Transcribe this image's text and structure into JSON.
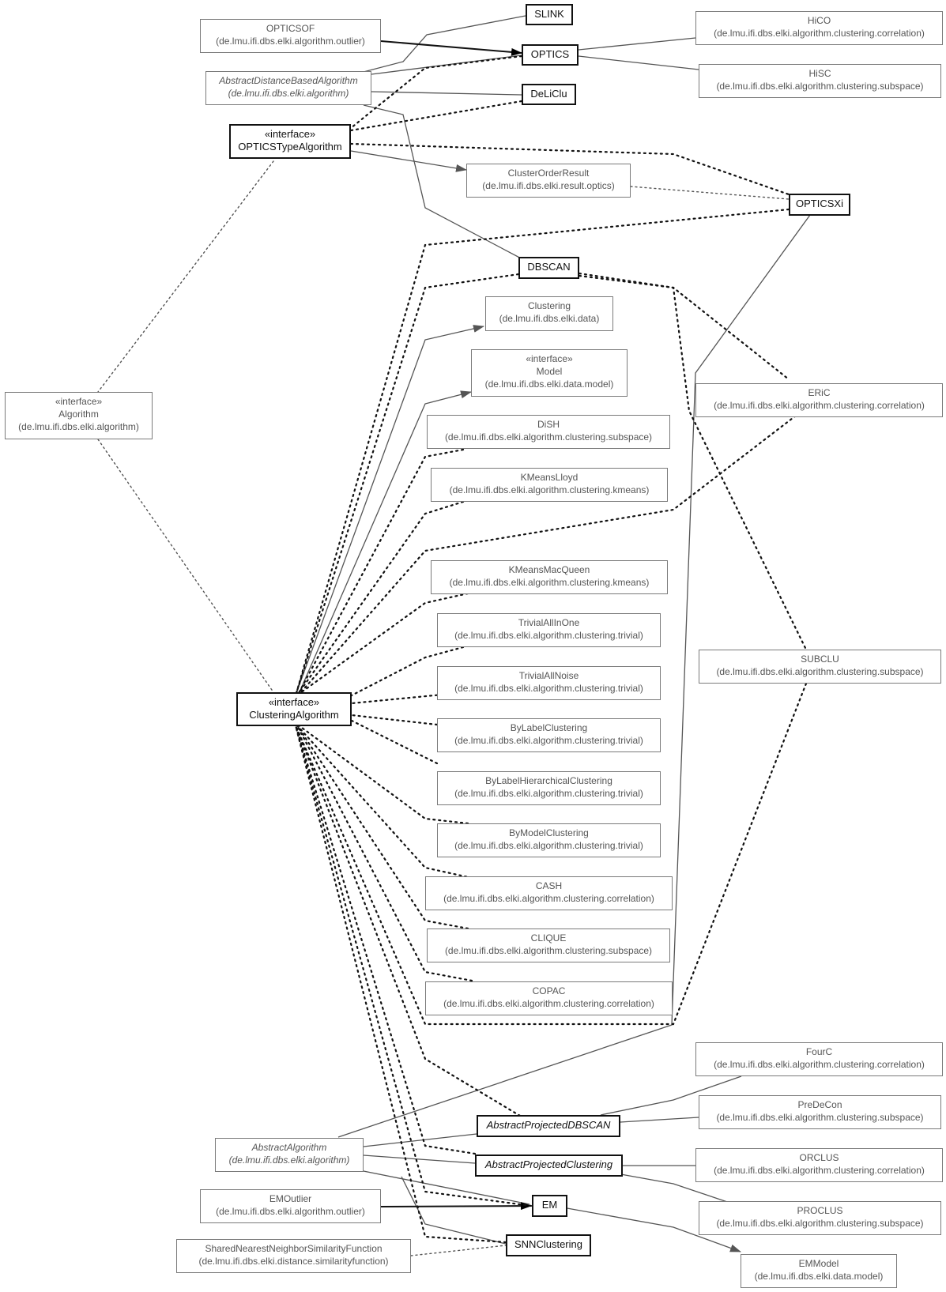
{
  "diagram": {
    "nodes": {
      "opticsof": {
        "name": "OPTICSOF",
        "pkg": "(de.lmu.ifi.dbs.elki.algorithm.outlier)",
        "stereotype": ""
      },
      "slink": {
        "name": "SLINK",
        "pkg": "",
        "stereotype": ""
      },
      "hico": {
        "name": "HiCO",
        "pkg": "(de.lmu.ifi.dbs.elki.algorithm.clustering.correlation)",
        "stereotype": ""
      },
      "optics": {
        "name": "OPTICS",
        "pkg": "",
        "stereotype": ""
      },
      "hisc": {
        "name": "HiSC",
        "pkg": "(de.lmu.ifi.dbs.elki.algorithm.clustering.subspace)",
        "stereotype": ""
      },
      "abstract_distance": {
        "name": "AbstractDistanceBasedAlgorithm",
        "pkg": "(de.lmu.ifi.dbs.elki.algorithm)",
        "stereotype": ""
      },
      "deliclu": {
        "name": "DeLiClu",
        "pkg": "",
        "stereotype": ""
      },
      "optics_type": {
        "name": "OPTICSTypeAlgorithm",
        "pkg": "",
        "stereotype": "«interface»"
      },
      "cluster_order": {
        "name": "ClusterOrderResult",
        "pkg": "(de.lmu.ifi.dbs.elki.result.optics)",
        "stereotype": ""
      },
      "opticsxi": {
        "name": "OPTICSXi",
        "pkg": "",
        "stereotype": ""
      },
      "dbscan": {
        "name": "DBSCAN",
        "pkg": "",
        "stereotype": ""
      },
      "clustering": {
        "name": "Clustering",
        "pkg": "(de.lmu.ifi.dbs.elki.data)",
        "stereotype": ""
      },
      "model": {
        "name": "Model",
        "pkg": "(de.lmu.ifi.dbs.elki.data.model)",
        "stereotype": "«interface»"
      },
      "algorithm": {
        "name": "Algorithm",
        "pkg": "(de.lmu.ifi.dbs.elki.algorithm)",
        "stereotype": "«interface»"
      },
      "eric": {
        "name": "ERiC",
        "pkg": "(de.lmu.ifi.dbs.elki.algorithm.clustering.correlation)",
        "stereotype": ""
      },
      "dish": {
        "name": "DiSH",
        "pkg": "(de.lmu.ifi.dbs.elki.algorithm.clustering.subspace)",
        "stereotype": ""
      },
      "kmeanslloyd": {
        "name": "KMeansLloyd",
        "pkg": "(de.lmu.ifi.dbs.elki.algorithm.clustering.kmeans)",
        "stereotype": ""
      },
      "kmeansmacqueen": {
        "name": "KMeansMacQueen",
        "pkg": "(de.lmu.ifi.dbs.elki.algorithm.clustering.kmeans)",
        "stereotype": ""
      },
      "trivialallinone": {
        "name": "TrivialAllInOne",
        "pkg": "(de.lmu.ifi.dbs.elki.algorithm.clustering.trivial)",
        "stereotype": ""
      },
      "subclu": {
        "name": "SUBCLU",
        "pkg": "(de.lmu.ifi.dbs.elki.algorithm.clustering.subspace)",
        "stereotype": ""
      },
      "trivialallnoise": {
        "name": "TrivialAllNoise",
        "pkg": "(de.lmu.ifi.dbs.elki.algorithm.clustering.trivial)",
        "stereotype": ""
      },
      "clustering_algorithm": {
        "name": "ClusteringAlgorithm",
        "pkg": "",
        "stereotype": "«interface»"
      },
      "bylabelclustering": {
        "name": "ByLabelClustering",
        "pkg": "(de.lmu.ifi.dbs.elki.algorithm.clustering.trivial)",
        "stereotype": ""
      },
      "bylabelhier": {
        "name": "ByLabelHierarchicalClustering",
        "pkg": "(de.lmu.ifi.dbs.elki.algorithm.clustering.trivial)",
        "stereotype": ""
      },
      "bymodel": {
        "name": "ByModelClustering",
        "pkg": "(de.lmu.ifi.dbs.elki.algorithm.clustering.trivial)",
        "stereotype": ""
      },
      "cash": {
        "name": "CASH",
        "pkg": "(de.lmu.ifi.dbs.elki.algorithm.clustering.correlation)",
        "stereotype": ""
      },
      "clique": {
        "name": "CLIQUE",
        "pkg": "(de.lmu.ifi.dbs.elki.algorithm.clustering.subspace)",
        "stereotype": ""
      },
      "copac": {
        "name": "COPAC",
        "pkg": "(de.lmu.ifi.dbs.elki.algorithm.clustering.correlation)",
        "stereotype": ""
      },
      "fourc": {
        "name": "FourC",
        "pkg": "(de.lmu.ifi.dbs.elki.algorithm.clustering.correlation)",
        "stereotype": ""
      },
      "abs_proj_dbscan": {
        "name": "AbstractProjectedDBSCAN",
        "pkg": "",
        "stereotype": ""
      },
      "predecon": {
        "name": "PreDeCon",
        "pkg": "(de.lmu.ifi.dbs.elki.algorithm.clustering.subspace)",
        "stereotype": ""
      },
      "abstract_algorithm": {
        "name": "AbstractAlgorithm",
        "pkg": "(de.lmu.ifi.dbs.elki.algorithm)",
        "stereotype": ""
      },
      "abs_proj_clustering": {
        "name": "AbstractProjectedClustering",
        "pkg": "",
        "stereotype": ""
      },
      "orclus": {
        "name": "ORCLUS",
        "pkg": "(de.lmu.ifi.dbs.elki.algorithm.clustering.correlation)",
        "stereotype": ""
      },
      "emoutlier": {
        "name": "EMOutlier",
        "pkg": "(de.lmu.ifi.dbs.elki.algorithm.outlier)",
        "stereotype": ""
      },
      "em": {
        "name": "EM",
        "pkg": "",
        "stereotype": ""
      },
      "proclus": {
        "name": "PROCLUS",
        "pkg": "(de.lmu.ifi.dbs.elki.algorithm.clustering.subspace)",
        "stereotype": ""
      },
      "snn_sim": {
        "name": "SharedNearestNeighborSimilarityFunction",
        "pkg": "(de.lmu.ifi.dbs.elki.distance.similarityfunction)",
        "stereotype": ""
      },
      "snnclustering": {
        "name": "SNNClustering",
        "pkg": "",
        "stereotype": ""
      },
      "emmodel": {
        "name": "EMModel",
        "pkg": "(de.lmu.ifi.dbs.elki.data.model)",
        "stereotype": ""
      }
    }
  }
}
